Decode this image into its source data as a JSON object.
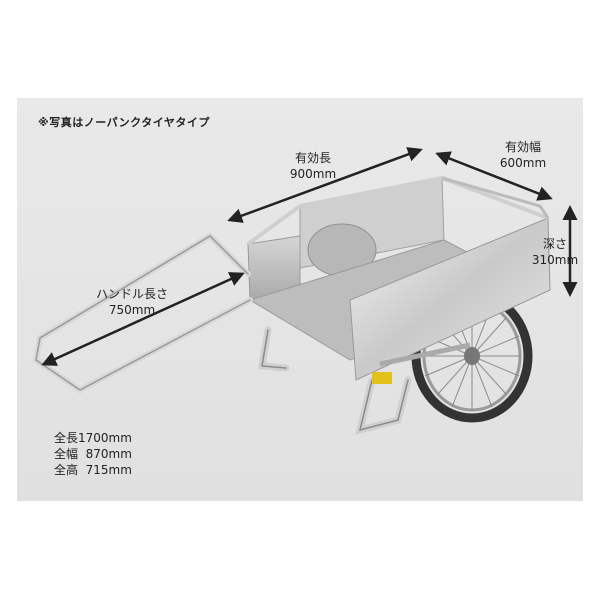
{
  "note": "※写真はノーパンクタイヤタイプ",
  "dimensions": {
    "effective_length": {
      "label": "有効長",
      "value": "900mm"
    },
    "effective_width": {
      "label": "有効幅",
      "value": "600mm"
    },
    "depth": {
      "label": "深さ",
      "value": "310mm"
    },
    "handle_length": {
      "label": "ハンドル長さ",
      "value": "750mm"
    }
  },
  "specs": {
    "total_length": "全長1700mm",
    "total_width": "全幅  870mm",
    "total_height": "全高  715mm"
  }
}
